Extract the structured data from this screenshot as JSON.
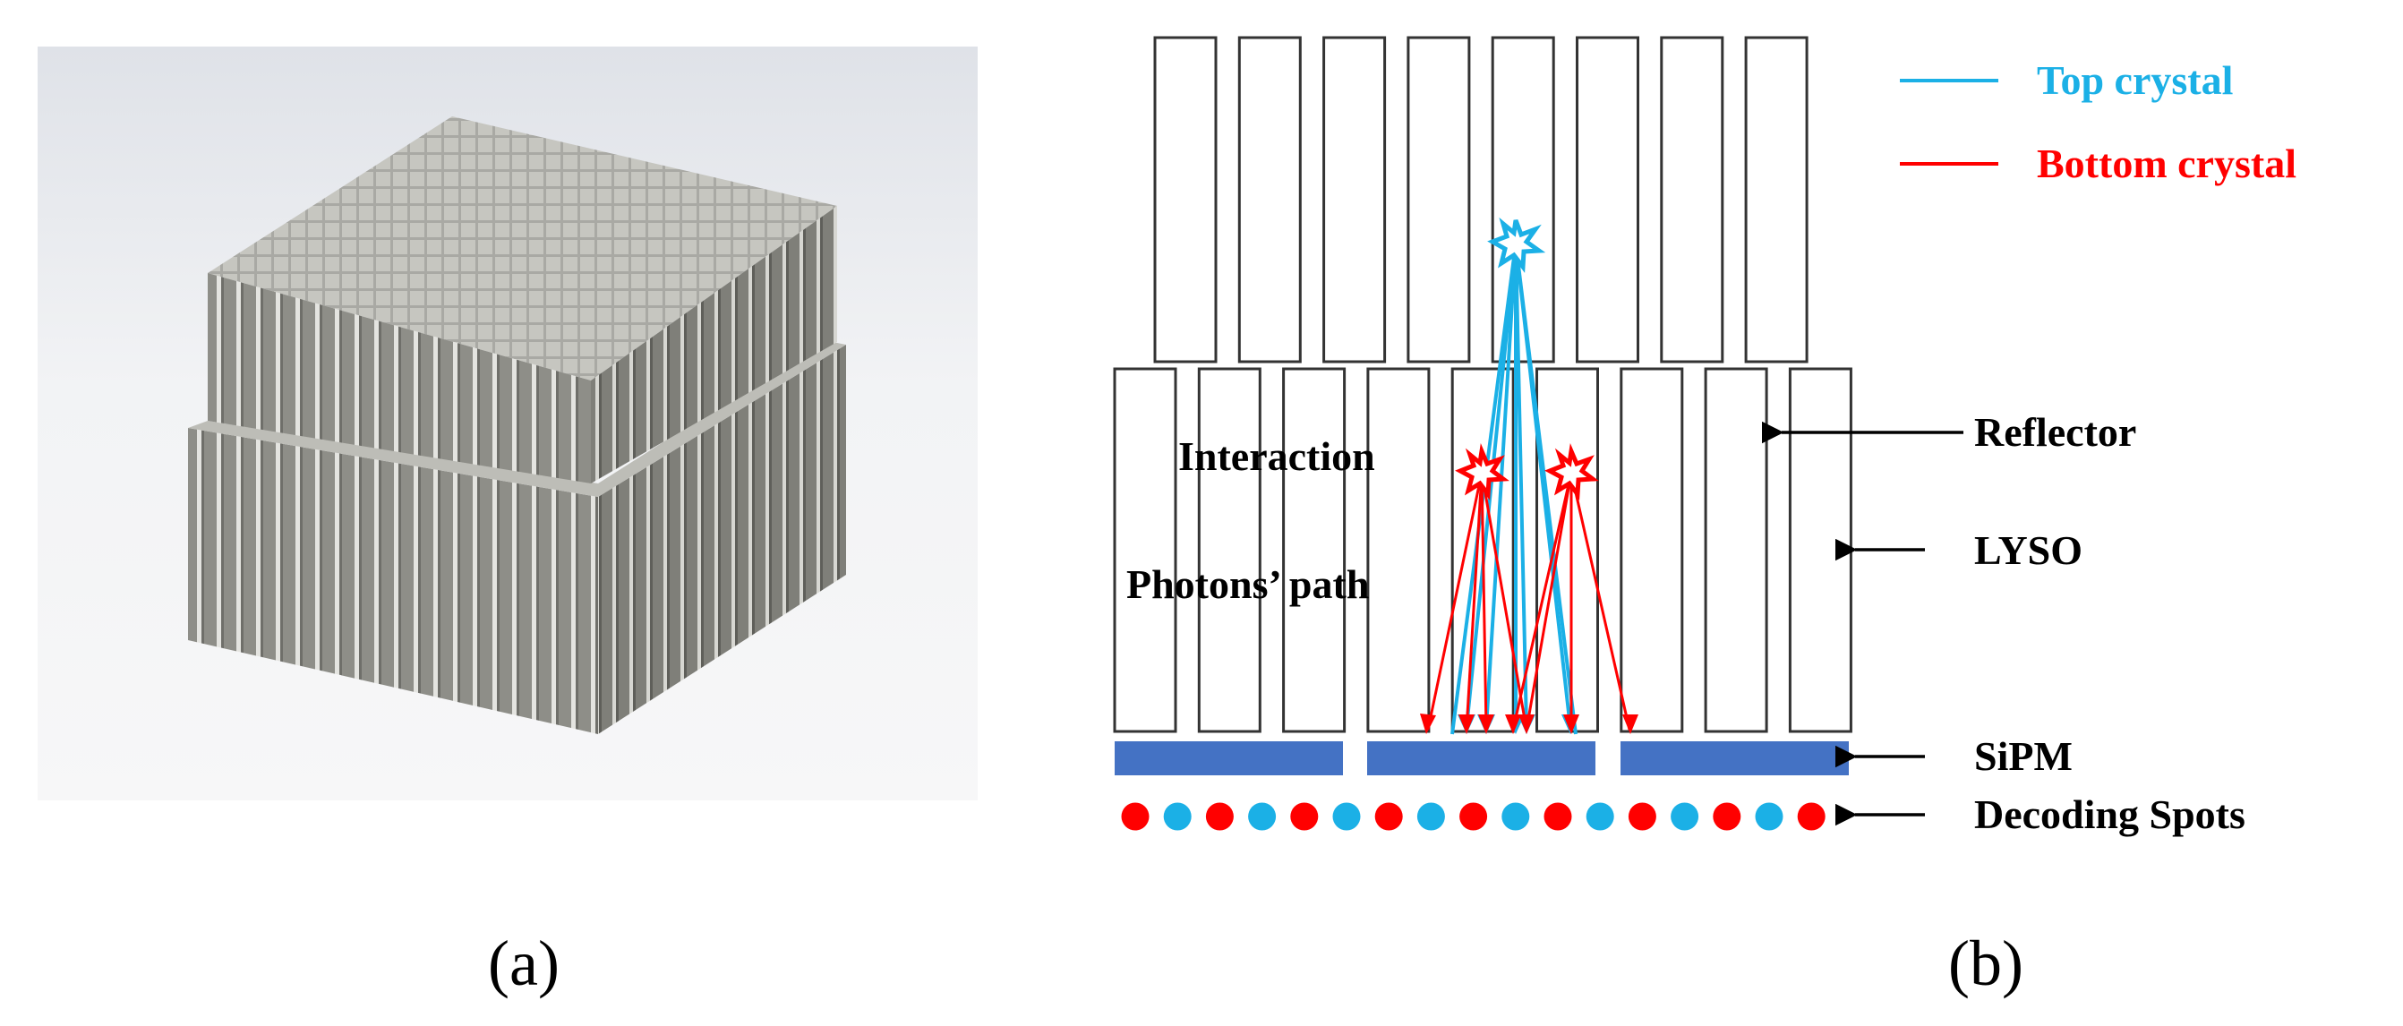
{
  "panel_a": {
    "caption": "(a)",
    "render": "3D render of a two-layer pixelated scintillator crystal block"
  },
  "panel_b": {
    "caption": "(b)",
    "legend": [
      {
        "label": "Top crystal",
        "color": "#1bb0e6"
      },
      {
        "label": "Bottom crystal",
        "color": "#ff0000"
      }
    ],
    "inner_labels": {
      "interaction": "Interaction",
      "photons_path": "Photons’ path"
    },
    "callouts": {
      "reflector": "Reflector",
      "lyso": "LYSO",
      "sipm": "SiPM",
      "decoding_spots": "Decoding Spots"
    },
    "top_crystal_count": 8,
    "bottom_crystal_count": 9,
    "sipm_count": 3,
    "decoding_spots": [
      "red",
      "blue",
      "red",
      "blue",
      "red",
      "blue",
      "red",
      "blue",
      "red",
      "blue",
      "red",
      "blue",
      "red",
      "blue",
      "red",
      "blue",
      "red"
    ],
    "colors": {
      "top": "#1bb0e6",
      "bottom": "#ff0000",
      "sipm": "#4472c4",
      "crystal_outline": "#333333"
    }
  }
}
